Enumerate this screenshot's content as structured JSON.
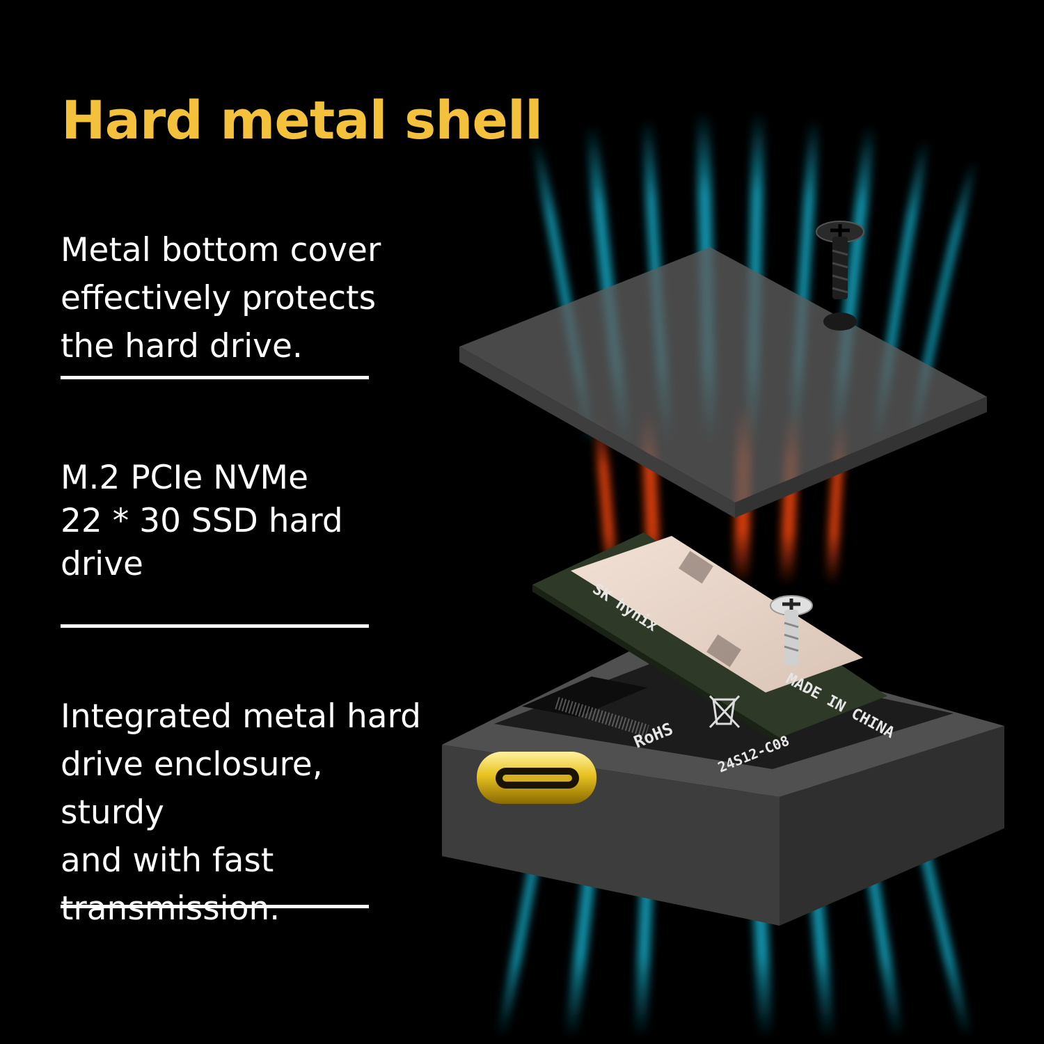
{
  "headline": {
    "text": "Hard metal shell",
    "color": "#f4c13d"
  },
  "features": [
    {
      "text": "Metal bottom cover\neffectively protects\nthe hard drive."
    },
    {
      "text": "M.2 PCIe NVMe\n22 * 30 SSD hard\ndrive"
    },
    {
      "text": "Integrated metal hard\ndrive enclosure, sturdy\nand              with fast\ntransmission."
    }
  ],
  "product_markings": {
    "made_in": "MADE IN CHINA",
    "rohs": "RoHS",
    "model": "24S12-C08",
    "ssd_brand": "SK hynix"
  },
  "colors": {
    "airflow_cool": "#18c7e8",
    "airflow_warm": "#ff4a12",
    "usb_c": "#e8c320",
    "enclosure": "#4b4b4b"
  },
  "icons": [
    "screw-icon",
    "weee-bin-icon",
    "usb-c-connector-icon"
  ]
}
